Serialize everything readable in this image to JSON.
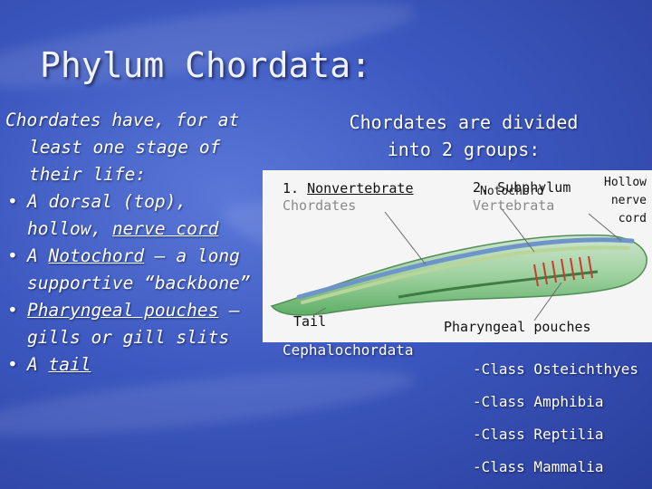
{
  "title": "Phylum Chordata:",
  "left": {
    "intro": "Chordates have, for at least one stage of their life:",
    "bullets": [
      {
        "before": "A dorsal (top), hollow, ",
        "link": "nerve cord",
        "after": ""
      },
      {
        "before": "A ",
        "link": "Notochord",
        "after": " – a long supportive “backbone”"
      },
      {
        "before": "",
        "link": "Pharyngeal pouches",
        "after": " – gills or gill slits"
      },
      {
        "before": "A ",
        "link": "tail",
        "after": ""
      }
    ]
  },
  "right": {
    "heading": "Chordates are divided into 2 groups:",
    "group1_num": "1. ",
    "group1": "Nonvertebrate",
    "group1_sub": "Chordates",
    "group2": "2. Subphylum",
    "group2_sub": "Vertebrata",
    "cephalo": "Cephalochordata",
    "classes": [
      "-Class Osteichthyes",
      "-Class Amphibia",
      "-Class Reptilia",
      "-Class Mammalia"
    ]
  },
  "diagram": {
    "notochord": "Notochord",
    "hollow": "Hollow",
    "nerve": "nerve",
    "cord": "cord",
    "tail": "Tail",
    "pouches": "Pharyngeal pouches"
  }
}
